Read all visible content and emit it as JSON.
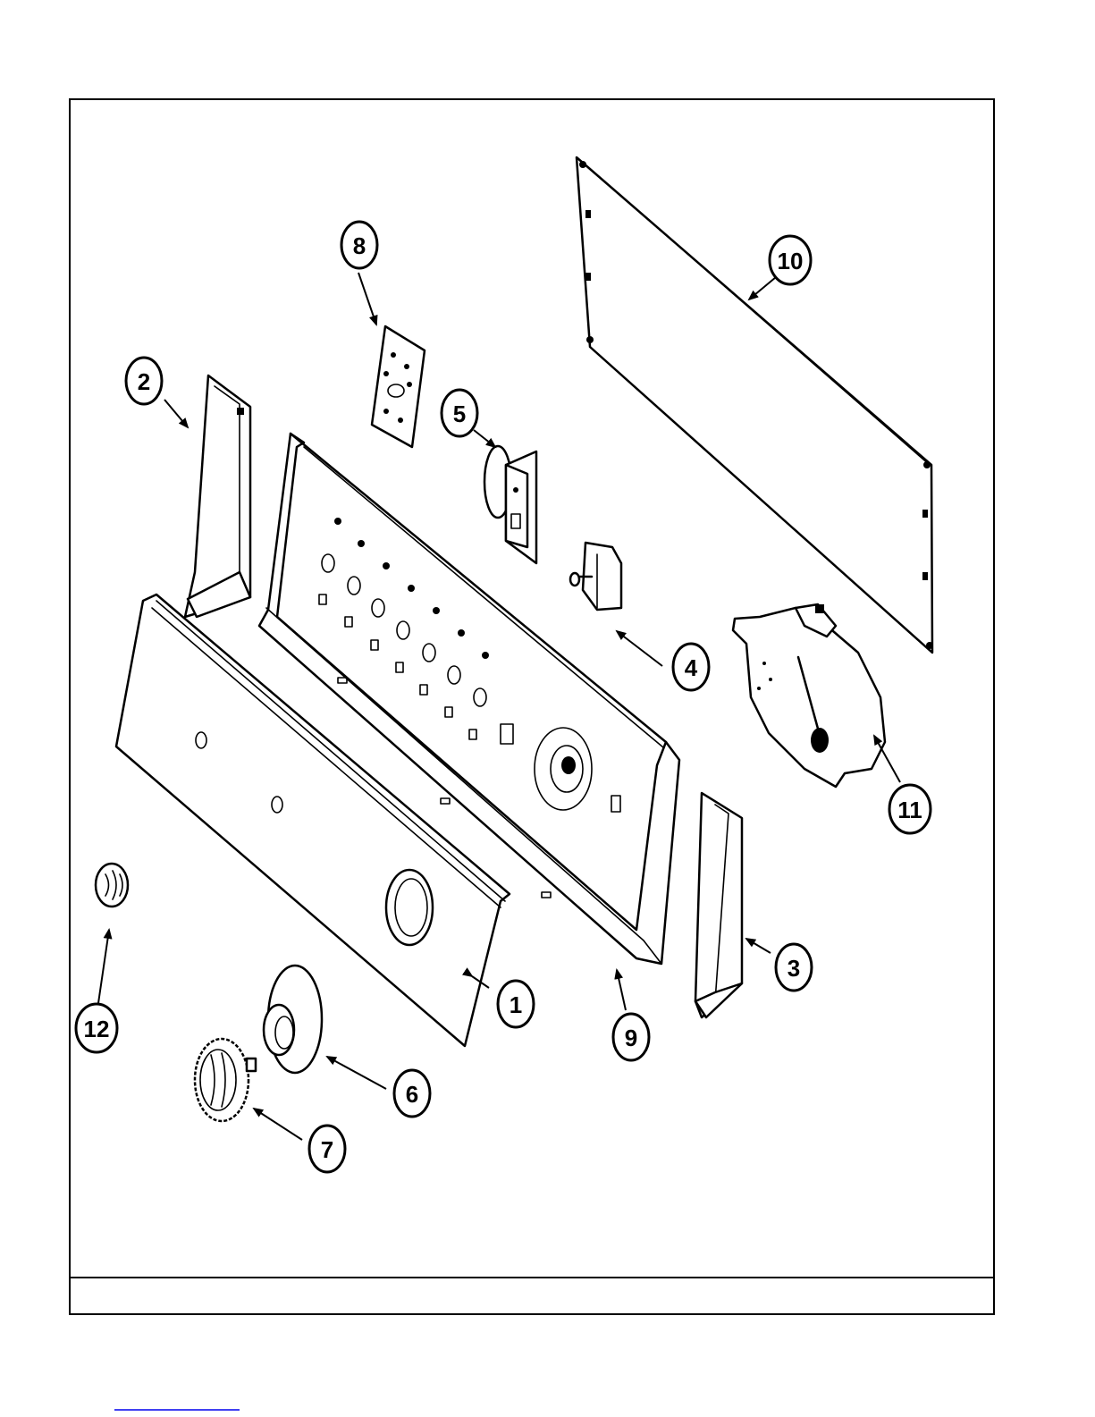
{
  "diagram": {
    "callouts": [
      {
        "id": "1",
        "label": "1"
      },
      {
        "id": "2",
        "label": "2"
      },
      {
        "id": "3",
        "label": "3"
      },
      {
        "id": "4",
        "label": "4"
      },
      {
        "id": "5",
        "label": "5"
      },
      {
        "id": "6",
        "label": "6"
      },
      {
        "id": "7",
        "label": "7"
      },
      {
        "id": "8",
        "label": "8"
      },
      {
        "id": "9",
        "label": "9"
      },
      {
        "id": "10",
        "label": "10"
      },
      {
        "id": "11",
        "label": "11"
      },
      {
        "id": "12",
        "label": "12"
      }
    ]
  },
  "colors": {
    "line": "#000000",
    "background": "#ffffff",
    "link_underline": "#0000ee"
  }
}
